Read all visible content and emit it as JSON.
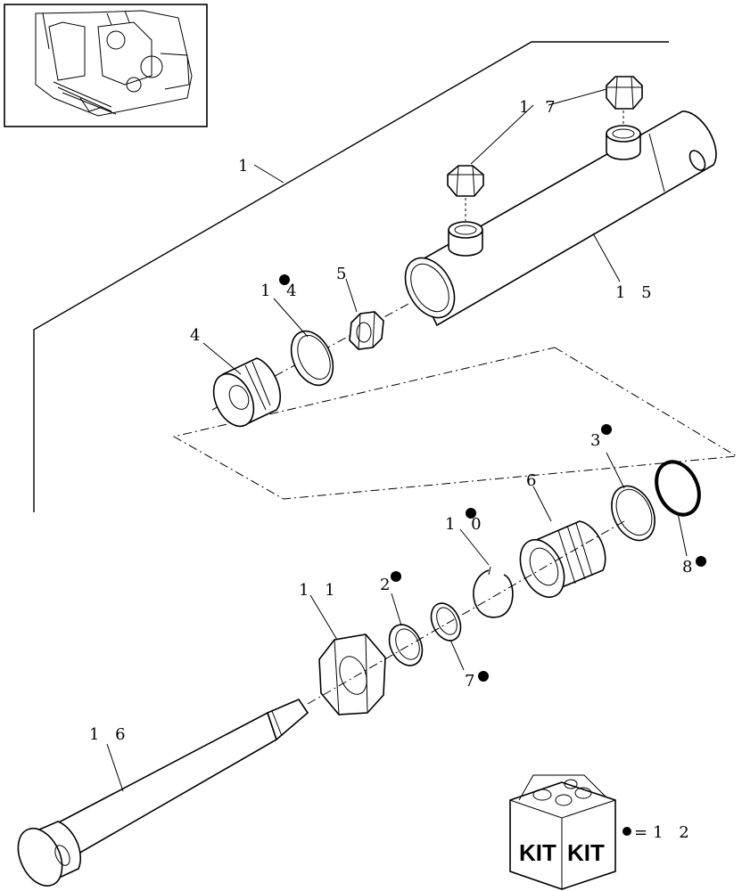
{
  "labels": {
    "p1": "1",
    "p17": "1 7",
    "p14": "1 4",
    "p5": "5",
    "p15": "1 5",
    "p4": "4",
    "p3": "3",
    "p6": "6",
    "p10": "1 0",
    "p2": "2",
    "p11": "1 1",
    "p8": "8",
    "p7": "7",
    "p16": "1 6"
  },
  "kit": {
    "left_text": "KIT",
    "right_text": "KIT",
    "equals_text": "=1 2"
  },
  "colors": {
    "line": "#000000",
    "background": "#ffffff"
  }
}
